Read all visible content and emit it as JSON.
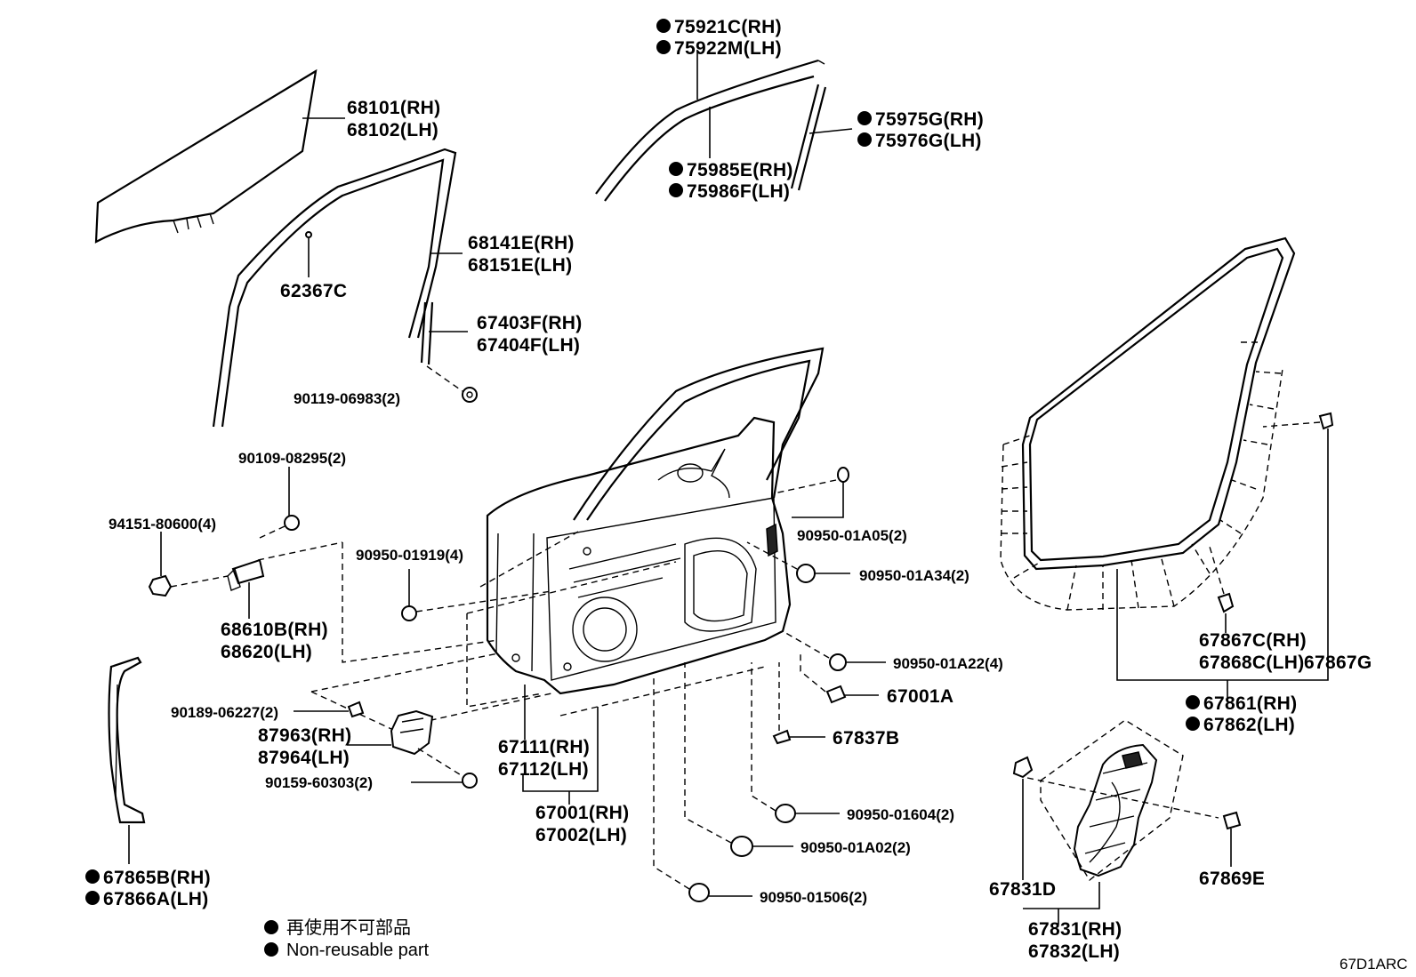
{
  "labels": {
    "l75921": "75921C(RH)",
    "l75922": "75922M(LH)",
    "l68101": "68101(RH)",
    "l68102": "68102(LH)",
    "l75975": "75975G(RH)",
    "l75976": "75976G(LH)",
    "l75985": "75985E(RH)",
    "l75986": "75986F(LH)",
    "l68141": "68141E(RH)",
    "l68151": "68151E(LH)",
    "l62367": "62367C",
    "l67403": "67403F(RH)",
    "l67404": "67404F(LH)",
    "l90119": "90119-06983(2)",
    "l90109": "90109-08295(2)",
    "l94151": "94151-80600(4)",
    "l90950_01919": "90950-01919(4)",
    "l90950_01A05": "90950-01A05(2)",
    "l90950_01A34": "90950-01A34(2)",
    "l68610": "68610B(RH)",
    "l68620": "68620(LH)",
    "l90950_01A22": "90950-01A22(4)",
    "l67001A": "67001A",
    "l90189": "90189-06227(2)",
    "l87963": "87963(RH)",
    "l87964": "87964(LH)",
    "l67837B": "67837B",
    "l67111": "67111(RH)",
    "l67112": "67112(LH)",
    "l90159": "90159-60303(2)",
    "l67001": "67001(RH)",
    "l67002": "67002(LH)",
    "l90950_01604": "90950-01604(2)",
    "l90950_01A02": "90950-01A02(2)",
    "l90950_01506": "90950-01506(2)",
    "l67867C": "67867C(RH)",
    "l67868C": "67868C(LH)",
    "l67867G": "67867G",
    "l67861": "67861(RH)",
    "l67862": "67862(LH)",
    "l67869E": "67869E",
    "l67831D": "67831D",
    "l67831": "67831(RH)",
    "l67832": "67832(LH)",
    "l67865B": "67865B(RH)",
    "l67866A": "67866A(LH)"
  },
  "legend": {
    "jp": "再使用不可部品",
    "en": "Non-reusable part"
  },
  "diagram_code": "67D1ARC"
}
